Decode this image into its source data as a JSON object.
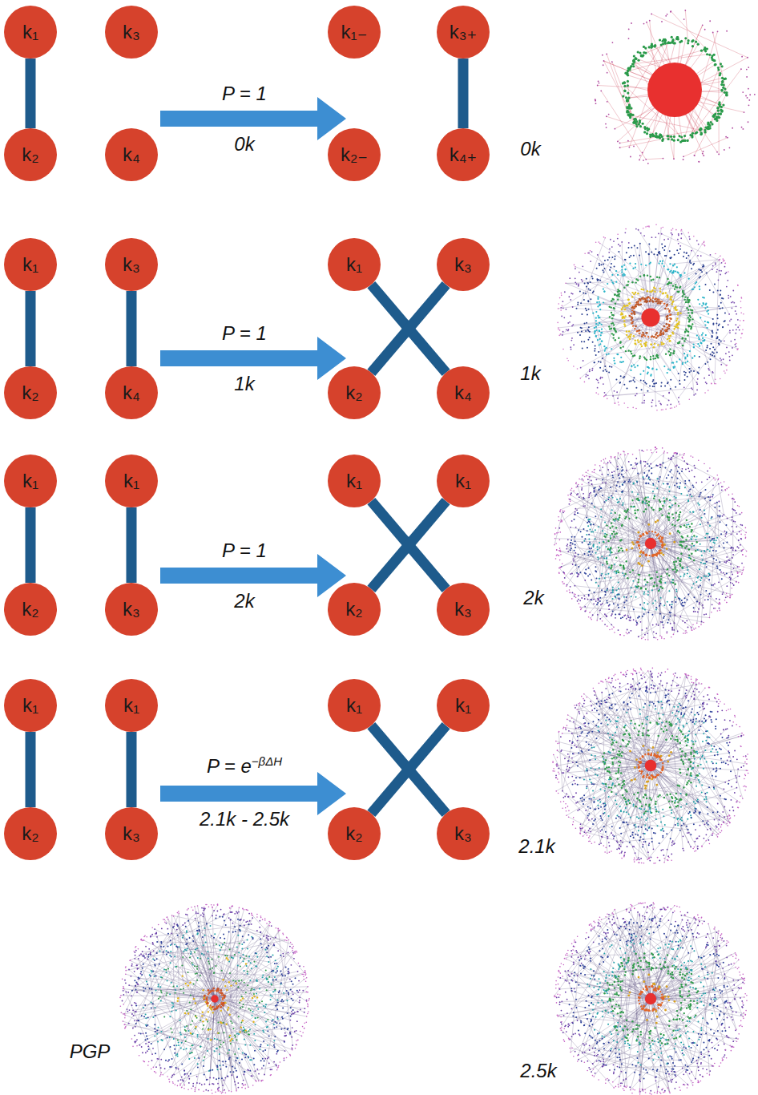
{
  "diagram": {
    "nodes": [
      {
        "text": [
          "k₁"
        ]
      },
      {
        "text": [
          "k₂"
        ]
      },
      {
        "text": [
          "k₃"
        ]
      },
      {
        "text": [
          "k₄"
        ]
      },
      {
        "text": [
          "k₁₋"
        ]
      },
      {
        "text": [
          "k₂₋"
        ]
      },
      {
        "text": [
          "k₃₊"
        ]
      },
      {
        "text": [
          "k₄₊"
        ]
      },
      {
        "text": [
          "k₁"
        ]
      },
      {
        "text": [
          "k₂"
        ]
      },
      {
        "text": [
          "k₃"
        ]
      },
      {
        "text": [
          "k₄"
        ]
      },
      {
        "text": [
          "k₁"
        ]
      },
      {
        "text": [
          "k₂"
        ]
      },
      {
        "text": [
          "k₃"
        ]
      },
      {
        "text": [
          "k₄"
        ]
      },
      {
        "text": [
          "k₁"
        ]
      },
      {
        "text": [
          "k₂"
        ]
      },
      {
        "text": [
          "k₁"
        ]
      },
      {
        "text": [
          "k₃"
        ]
      },
      {
        "text": [
          "k₁"
        ]
      },
      {
        "text": [
          "k₂"
        ]
      },
      {
        "text": [
          "k₁"
        ]
      },
      {
        "text": [
          "k₃"
        ]
      },
      {
        "text": [
          "k₁"
        ]
      },
      {
        "text": [
          "k₂"
        ]
      },
      {
        "text": [
          "k₁"
        ]
      },
      {
        "text": [
          "k₃"
        ]
      },
      {
        "text": [
          "k₁"
        ]
      },
      {
        "text": [
          "k₂"
        ]
      },
      {
        "text": [
          "k₁"
        ]
      },
      {
        "text": [
          "k₃"
        ]
      }
    ],
    "edges": [
      {
        "from": 0,
        "to": 1,
        "arrow": "none"
      },
      {
        "from": 6,
        "to": 7,
        "arrow": "none"
      },
      {
        "from": 8,
        "to": 9,
        "arrow": "none"
      },
      {
        "from": 10,
        "to": 11,
        "arrow": "none"
      },
      {
        "from": 12,
        "to": 15,
        "arrow": "none"
      },
      {
        "from": 14,
        "to": 13,
        "arrow": "none"
      },
      {
        "from": 16,
        "to": 17,
        "arrow": "none"
      },
      {
        "from": 18,
        "to": 19,
        "arrow": "none"
      },
      {
        "from": 20,
        "to": 23,
        "arrow": "none"
      },
      {
        "from": 22,
        "to": 21,
        "arrow": "none"
      },
      {
        "from": 24,
        "to": 25,
        "arrow": "none"
      },
      {
        "from": 26,
        "to": 27,
        "arrow": "none"
      },
      {
        "from": 28,
        "to": 31,
        "arrow": "none"
      },
      {
        "from": 30,
        "to": 29,
        "arrow": "none"
      }
    ],
    "labels": [
      "P = 1",
      "0k",
      "0k",
      "P = 1",
      "1k",
      "1k",
      "P = 1",
      "2k",
      "2k",
      "P = e−βΔH",
      "2.1k - 2.5k",
      "2.1k",
      "PGP",
      "2.5k"
    ]
  }
}
